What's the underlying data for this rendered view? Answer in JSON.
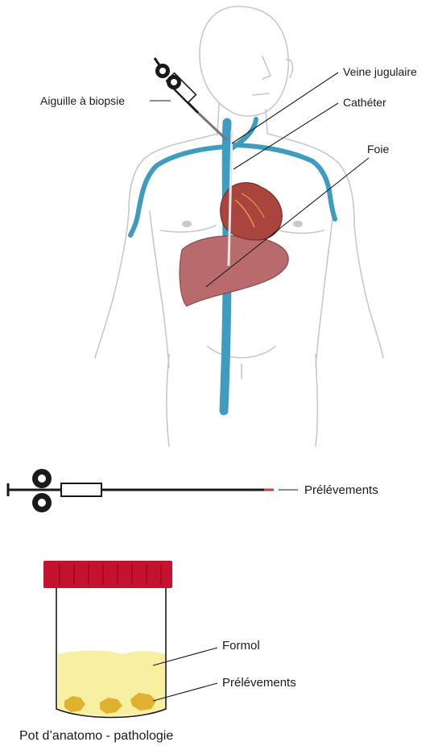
{
  "labels": {
    "needle": "Aiguille à biopsie",
    "jugular": "Veine jugulaire",
    "catheter": "Cathéter",
    "liver": "Foie",
    "samples_top": "Prélévements",
    "formol": "Formol",
    "samples_jar": "Prélévements",
    "jar": "Pot d’anatomo - pathologie"
  },
  "colors": {
    "vessel": "#3e9cc0",
    "liver": "#b86a6c",
    "heart": "#a9453d",
    "body_outline": "#c8c8c8",
    "lid": "#c4122f",
    "formol": "#f8f0a0",
    "sample": "#e0b030",
    "instrument": "#1a1a1a"
  }
}
